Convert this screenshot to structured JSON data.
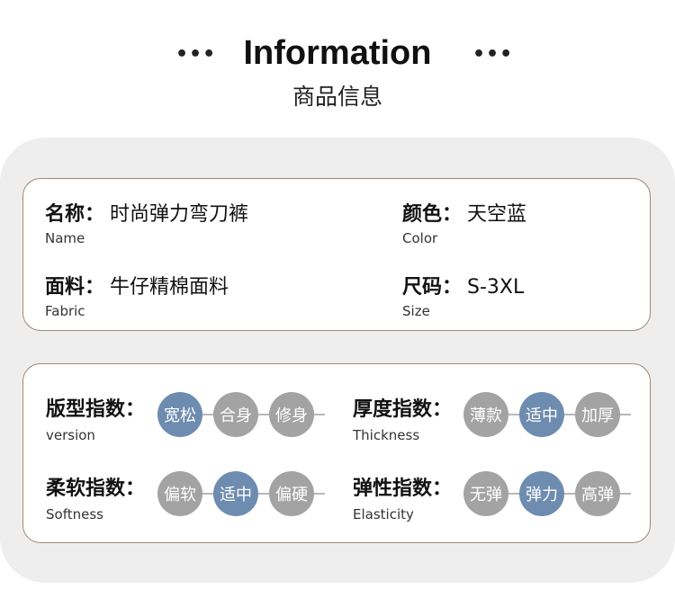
{
  "header": {
    "dots": "•••",
    "title": "Information",
    "subtitle": "商品信息"
  },
  "info": {
    "name": {
      "label": "名称：",
      "value": "时尚弹力弯刀裤",
      "en": "Name"
    },
    "color": {
      "label": "颜色：",
      "value": "天空蓝",
      "en": "Color"
    },
    "fabric": {
      "label": "面料：",
      "value": "牛仔精棉面料",
      "en": "Fabric"
    },
    "size": {
      "label": "尺码：",
      "value": "S-3XL",
      "en": "Size"
    }
  },
  "indices": {
    "version": {
      "label": "版型指数：",
      "en": "version",
      "options": [
        "宽松",
        "合身",
        "修身"
      ],
      "selected": 0
    },
    "thickness": {
      "label": "厚度指数：",
      "en": "Thickness",
      "options": [
        "薄款",
        "适中",
        "加厚"
      ],
      "selected": 1
    },
    "softness": {
      "label": "柔软指数：",
      "en": "Softness",
      "options": [
        "偏软",
        "适中",
        "偏硬"
      ],
      "selected": 1
    },
    "elasticity": {
      "label": "弹性指数：",
      "en": "Elasticity",
      "options": [
        "无弹",
        "弹力",
        "高弹"
      ],
      "selected": 1
    }
  },
  "colors": {
    "active": "#6e8cb0",
    "inactive": "#a3a3a3",
    "card_border": "#9e8878",
    "panel": "#eeeeee"
  }
}
